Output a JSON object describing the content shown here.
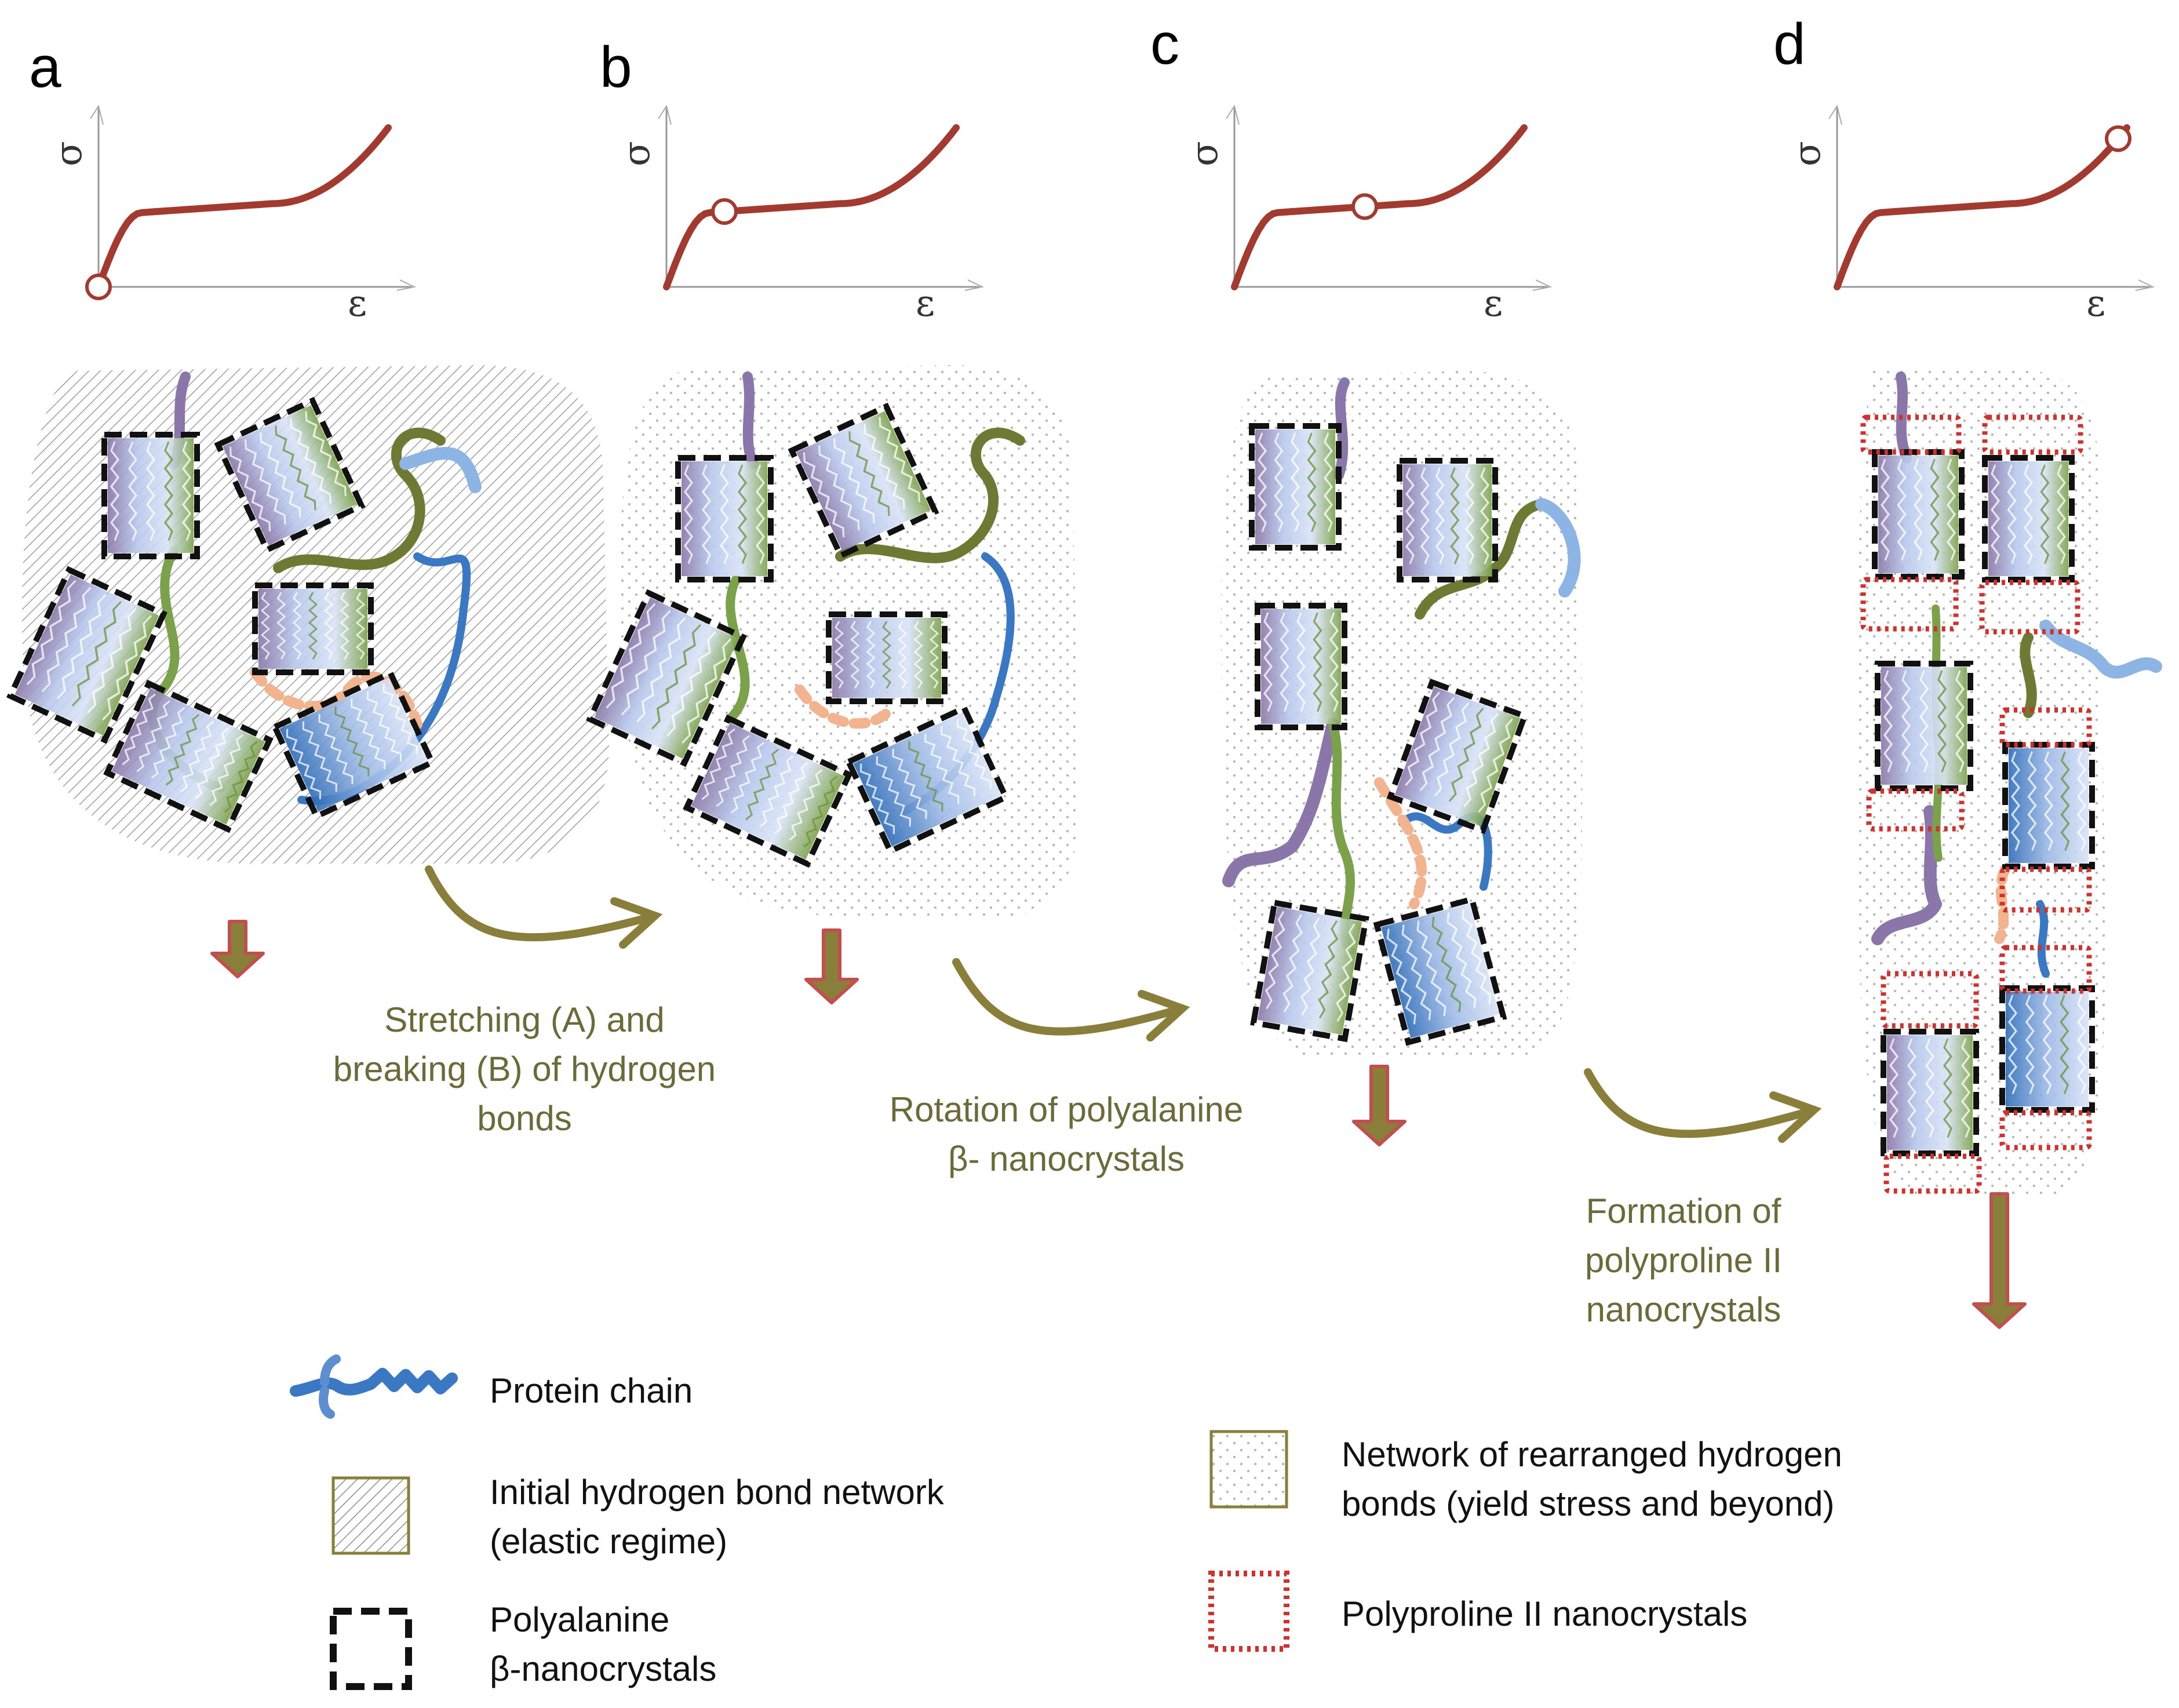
{
  "panels": [
    {
      "letter": "a",
      "marker_position": 0.0
    },
    {
      "letter": "b",
      "marker_position": 0.2
    },
    {
      "letter": "c",
      "marker_position": 0.45
    },
    {
      "letter": "d",
      "marker_position": 0.97
    }
  ],
  "axes": {
    "y_symbol": "σ",
    "x_symbol": "ε"
  },
  "transitions": [
    {
      "lines": [
        "Stretching (A) and",
        "breaking (B) of hydrogen",
        "bonds"
      ]
    },
    {
      "lines": [
        "Rotation of polyalanine",
        "β- nanocrystals"
      ]
    },
    {
      "lines": [
        "Formation of",
        "polyproline II",
        "nanocrystals"
      ]
    }
  ],
  "legend": {
    "protein_chain": "Protein chain",
    "initial_network": [
      "Initial hydrogen bond network",
      "(elastic regime)"
    ],
    "polyalanine": [
      "Polyalanine",
      "β-nanocrystals"
    ],
    "rearranged_network": [
      "Network of rearranged hydrogen",
      "bonds (yield stress and beyond)"
    ],
    "polyproline": "Polyproline II nanocrystals"
  },
  "colors": {
    "curve": "#a33a30",
    "arrow_text": "#6d6a3a",
    "arrow_fill": "#8a7f3a",
    "arrow_outline": "#c0504d",
    "polyproline_box": "#d0312d",
    "chain_blue": "#3b78c4",
    "chain_green": "#7ba24a",
    "chain_purple": "#8a76a8",
    "chain_peach": "#f2b48e"
  }
}
